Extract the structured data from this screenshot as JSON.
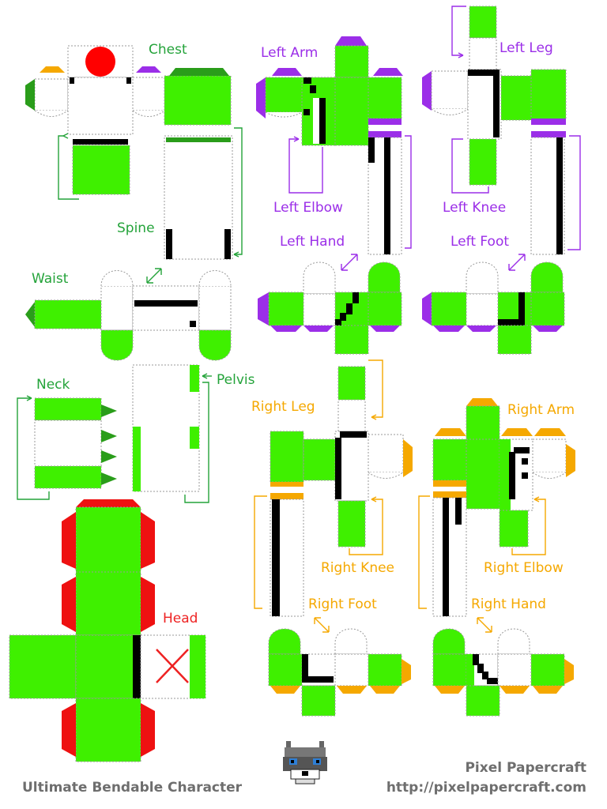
{
  "labels": {
    "chest": "Chest",
    "spine": "Spine",
    "waist": "Waist",
    "neck": "Neck",
    "pelvis": "Pelvis",
    "head": "Head",
    "left_arm": "Left Arm",
    "left_leg": "Left Leg",
    "left_elbow": "Left Elbow",
    "left_knee": "Left Knee",
    "left_hand": "Left Hand",
    "left_foot": "Left Foot",
    "right_leg": "Right Leg",
    "right_arm": "Right Arm",
    "right_knee": "Right Knee",
    "right_elbow": "Right Elbow",
    "right_foot": "Right Foot",
    "right_hand": "Right Hand"
  },
  "footer": {
    "title": "Ultimate Bendable Character",
    "brand": "Pixel Papercraft",
    "url": "http://pixelpapercraft.com"
  },
  "colors": {
    "body_green": "#3ff000",
    "label_green": "#24a33a",
    "left_purple": "#9b2ee8",
    "right_orange": "#f5a800",
    "head_red": "#ee2222",
    "outline": "#000000"
  },
  "icons": {
    "logo": "pixel-wolf-logo-icon",
    "arrow": "double-arrow-icon",
    "cross": "red-x-mark-icon"
  }
}
